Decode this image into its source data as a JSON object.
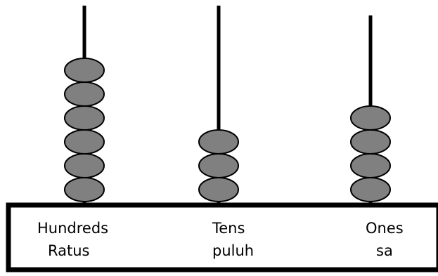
{
  "abacus": {
    "rods": [
      {
        "label_en": "Hundreds",
        "label_ms": "Ratus",
        "beads": 6
      },
      {
        "label_en": "Tens",
        "label_ms": "puluh",
        "beads": 3
      },
      {
        "label_en": "Ones",
        "label_ms": "sa",
        "beads": 4
      }
    ],
    "bead_color": "#808080",
    "outline_color": "#000000"
  }
}
